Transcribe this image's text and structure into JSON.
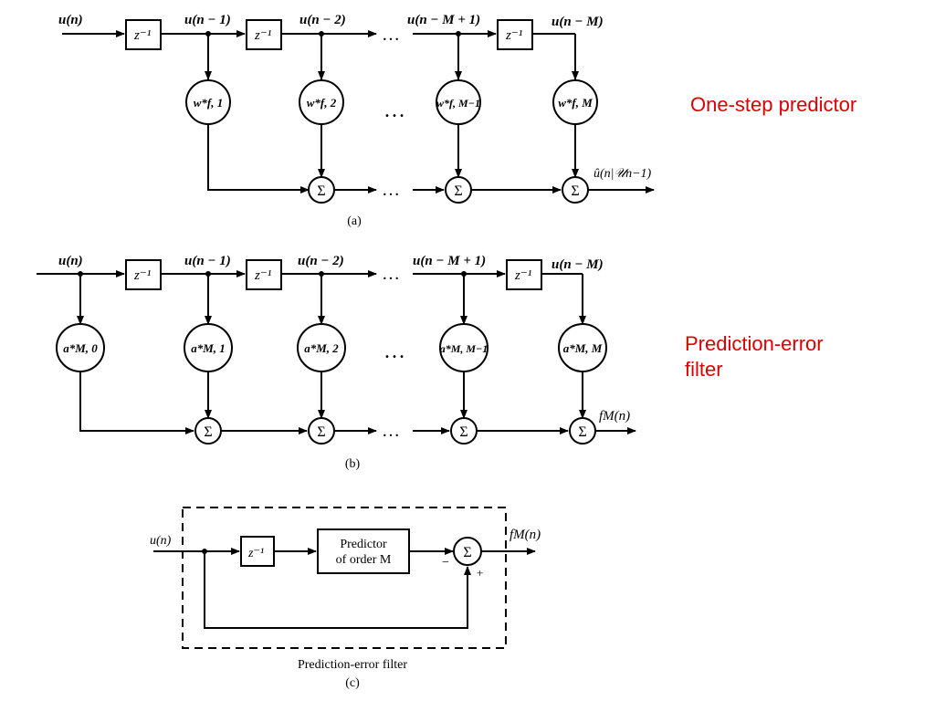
{
  "labels": {
    "one_step_predictor": "One-step predictor",
    "prediction_error_filter_line1": "Prediction-error",
    "prediction_error_filter_line2": "filter"
  },
  "diagram_a": {
    "caption": "(a)",
    "signals": [
      "u(n)",
      "u(n − 1)",
      "u(n − 2)",
      "u(n − M + 1)",
      "u(n − M)"
    ],
    "delay": "z⁻¹",
    "weights": [
      "w*f, 1",
      "w*f, 2",
      "w*f, M−1",
      "w*f, M"
    ],
    "output": "û(n|𝒰n−1)",
    "sum": "Σ",
    "ellipsis": "…"
  },
  "diagram_b": {
    "caption": "(b)",
    "signals": [
      "u(n)",
      "u(n − 1)",
      "u(n − 2)",
      "u(n − M + 1)",
      "u(n − M)"
    ],
    "delay": "z⁻¹",
    "weights": [
      "a*M, 0",
      "a*M, 1",
      "a*M, 2",
      "a*M, M−1",
      "a*M, M"
    ],
    "output": "fM(n)",
    "sum": "Σ",
    "ellipsis": "…"
  },
  "diagram_c": {
    "caption": "(c)",
    "input": "u(n)",
    "delay": "z⁻¹",
    "predictor_line1": "Predictor",
    "predictor_line2": "of order M",
    "sum": "Σ",
    "minus": "−",
    "plus": "+",
    "output": "fM(n)",
    "box_label": "Prediction-error filter"
  }
}
